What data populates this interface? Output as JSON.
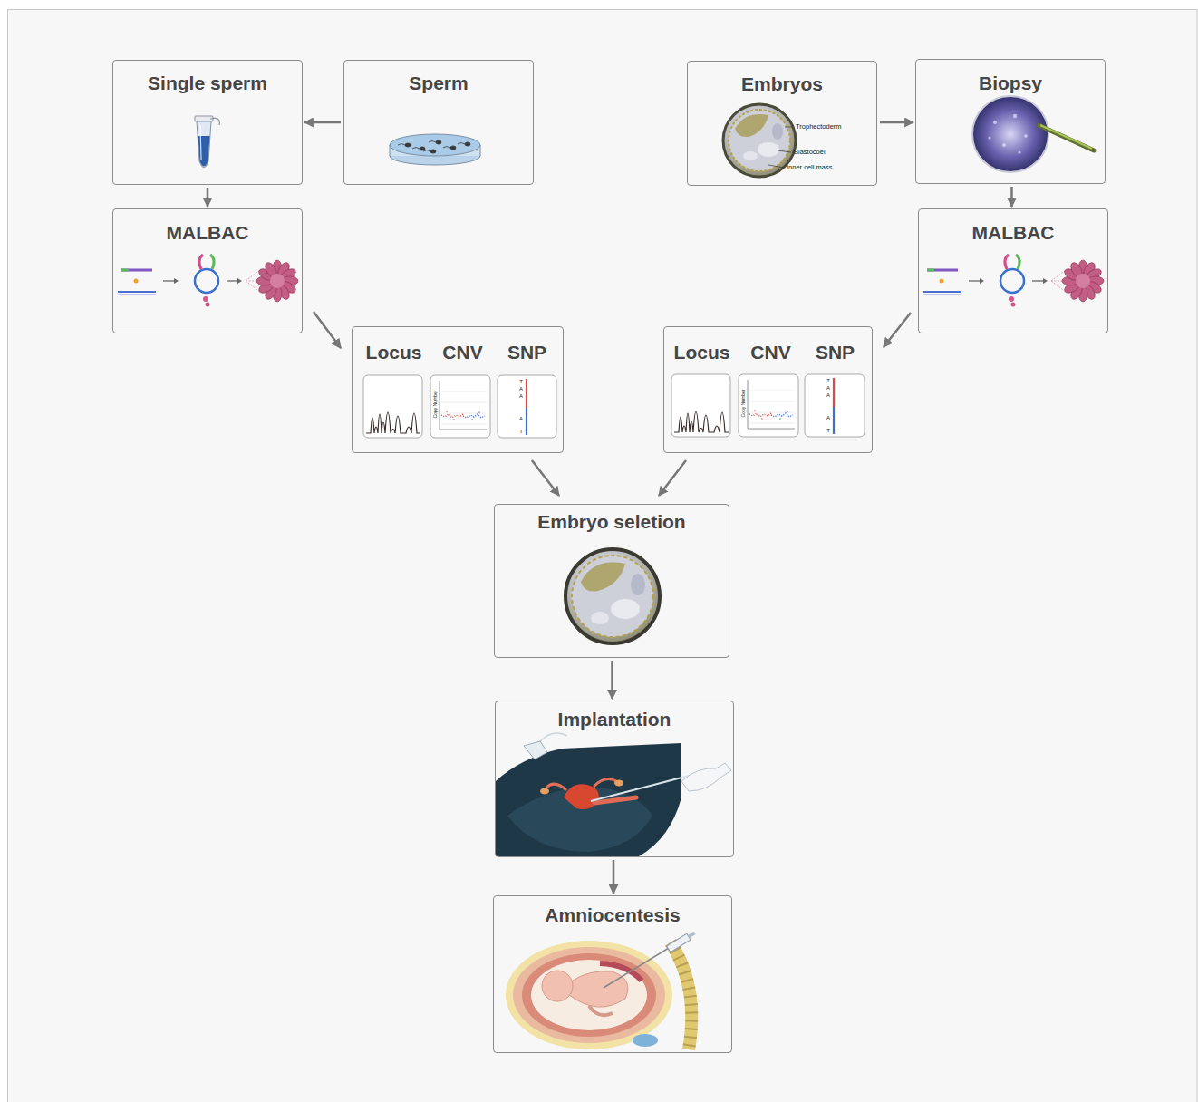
{
  "diagram": {
    "nodes": [
      {
        "text": [
          "Single sperm"
        ]
      },
      {
        "text": [
          "Sperm"
        ]
      },
      {
        "text": [
          "Embryos"
        ]
      },
      {
        "text": [
          "Biopsy"
        ]
      },
      {
        "text": [
          "MALBAC"
        ]
      },
      {
        "text": [
          "MALBAC"
        ]
      },
      {
        "text": [
          "Locus",
          "CNV",
          "SNP"
        ]
      },
      {
        "text": [
          "Locus",
          "CNV",
          "SNP"
        ]
      },
      {
        "text": [
          "Embryo seletion"
        ]
      },
      {
        "text": [
          "Implantation"
        ]
      },
      {
        "text": [
          "Amniocentesis"
        ]
      }
    ],
    "edges": [
      {
        "from": 1,
        "to": 0,
        "arrow": "to"
      },
      {
        "from": 0,
        "to": 4,
        "arrow": "to"
      },
      {
        "from": 4,
        "to": 6,
        "arrow": "to"
      },
      {
        "from": 2,
        "to": 3,
        "arrow": "to"
      },
      {
        "from": 3,
        "to": 5,
        "arrow": "to"
      },
      {
        "from": 5,
        "to": 7,
        "arrow": "to"
      },
      {
        "from": 6,
        "to": 8,
        "arrow": "to"
      },
      {
        "from": 7,
        "to": 8,
        "arrow": "to"
      },
      {
        "from": 8,
        "to": 9,
        "arrow": "to"
      },
      {
        "from": 9,
        "to": 10,
        "arrow": "to"
      }
    ],
    "labels": [
      "Trophectoderm",
      "Blastocoel",
      "Inner cell mass",
      "Copy Number",
      "T",
      "A",
      "A",
      "A",
      "T",
      "Copy Number",
      "T",
      "A",
      "A",
      "A",
      "T"
    ]
  }
}
